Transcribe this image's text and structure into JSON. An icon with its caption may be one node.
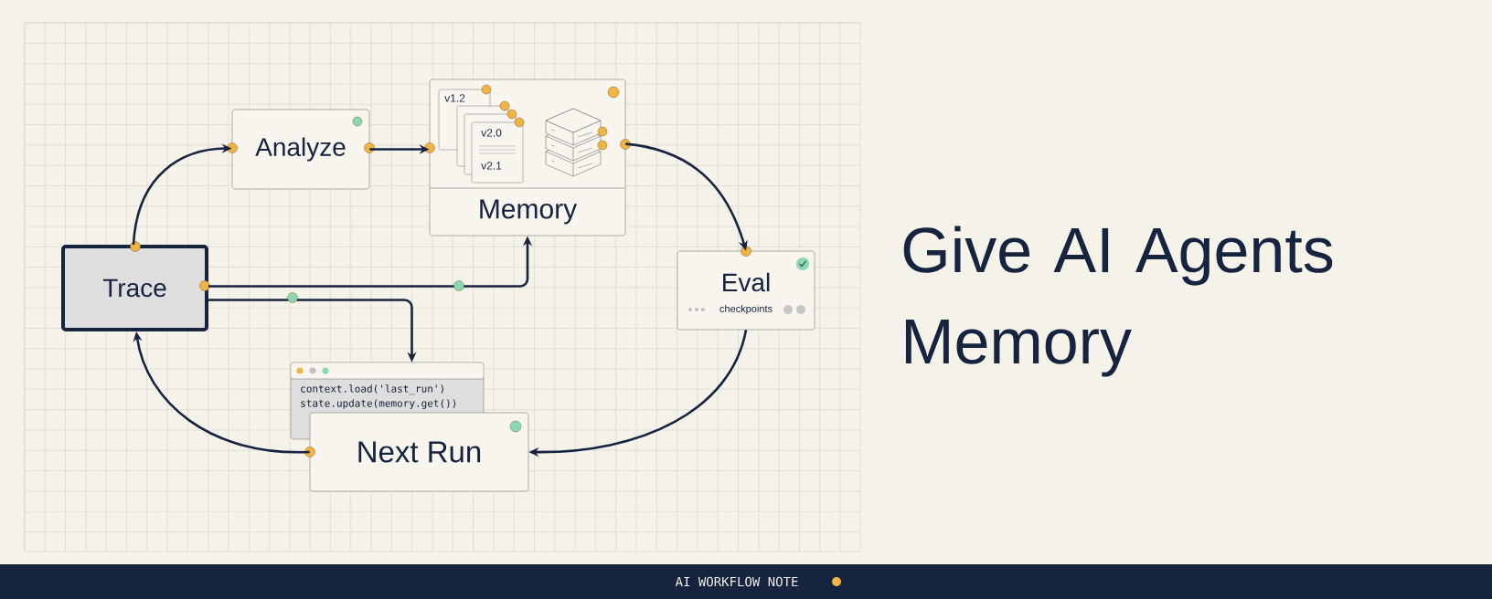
{
  "diagram": {
    "title": "Give AI Agents Memory",
    "nodes": [
      {
        "text": [
          "Analyze"
        ]
      },
      {
        "text": [
          "v1.2",
          "v2.0",
          "v2.1",
          "Memory"
        ]
      },
      {
        "text": [
          "Trace"
        ]
      },
      {
        "text": [
          "Eval",
          "checkpoints"
        ]
      },
      {
        "text": [
          "context.load('last_run')",
          "state.update(memory.get())"
        ]
      },
      {
        "text": [
          "Next Run"
        ]
      }
    ],
    "edges": [
      {
        "from": 2,
        "to": 0,
        "arrow": "to"
      },
      {
        "from": 0,
        "to": 1,
        "arrow": "to"
      },
      {
        "from": 1,
        "to": 3,
        "arrow": "to"
      },
      {
        "from": 3,
        "to": 5,
        "arrow": "to"
      },
      {
        "from": 5,
        "to": 2,
        "arrow": "to"
      },
      {
        "from": 2,
        "to": 1,
        "arrow": "to"
      },
      {
        "from": 2,
        "to": 4,
        "arrow": "to"
      }
    ],
    "labels": [
      "AI WORKFLOW NOTE"
    ]
  }
}
